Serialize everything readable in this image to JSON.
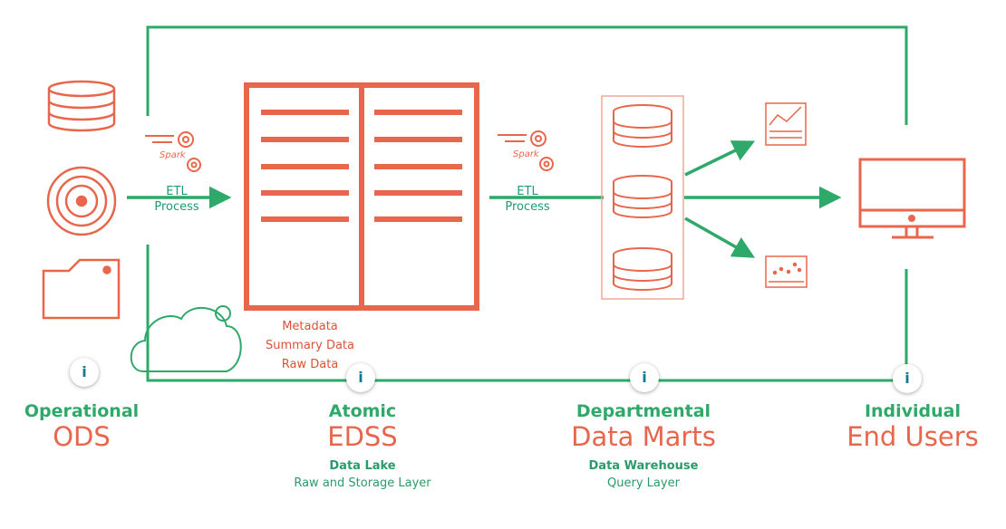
{
  "etl_left": {
    "line1": "ETL",
    "line2": "Process",
    "logo": "Spark"
  },
  "etl_right": {
    "line1": "ETL",
    "line2": "Process",
    "logo": "Spark"
  },
  "lake_labels": [
    "Metadata",
    "Summary Data",
    "Raw Data"
  ],
  "columns": [
    {
      "category": "Operational",
      "name": "ODS",
      "sub_bold": "",
      "sub": ""
    },
    {
      "category": "Atomic",
      "name": "EDSS",
      "sub_bold": "Data Lake",
      "sub": "Raw and Storage Layer"
    },
    {
      "category": "Departmental",
      "name": "Data Marts",
      "sub_bold": "Data Warehouse",
      "sub": "Query Layer"
    },
    {
      "category": "Individual",
      "name": "End Users",
      "sub_bold": "",
      "sub": ""
    }
  ],
  "info_icon_label": "i",
  "icons": [
    "database-icon",
    "target-icon",
    "folder-icon",
    "cloud-icon",
    "spark-gears-icon",
    "data-lake-icon",
    "database-stack-icon",
    "line-chart-icon",
    "scatter-chart-icon",
    "monitor-icon",
    "info-icon"
  ],
  "colors": {
    "accent_green": "#2fa96a",
    "accent_orange": "#e8674c",
    "info_text": "#137a8f"
  }
}
